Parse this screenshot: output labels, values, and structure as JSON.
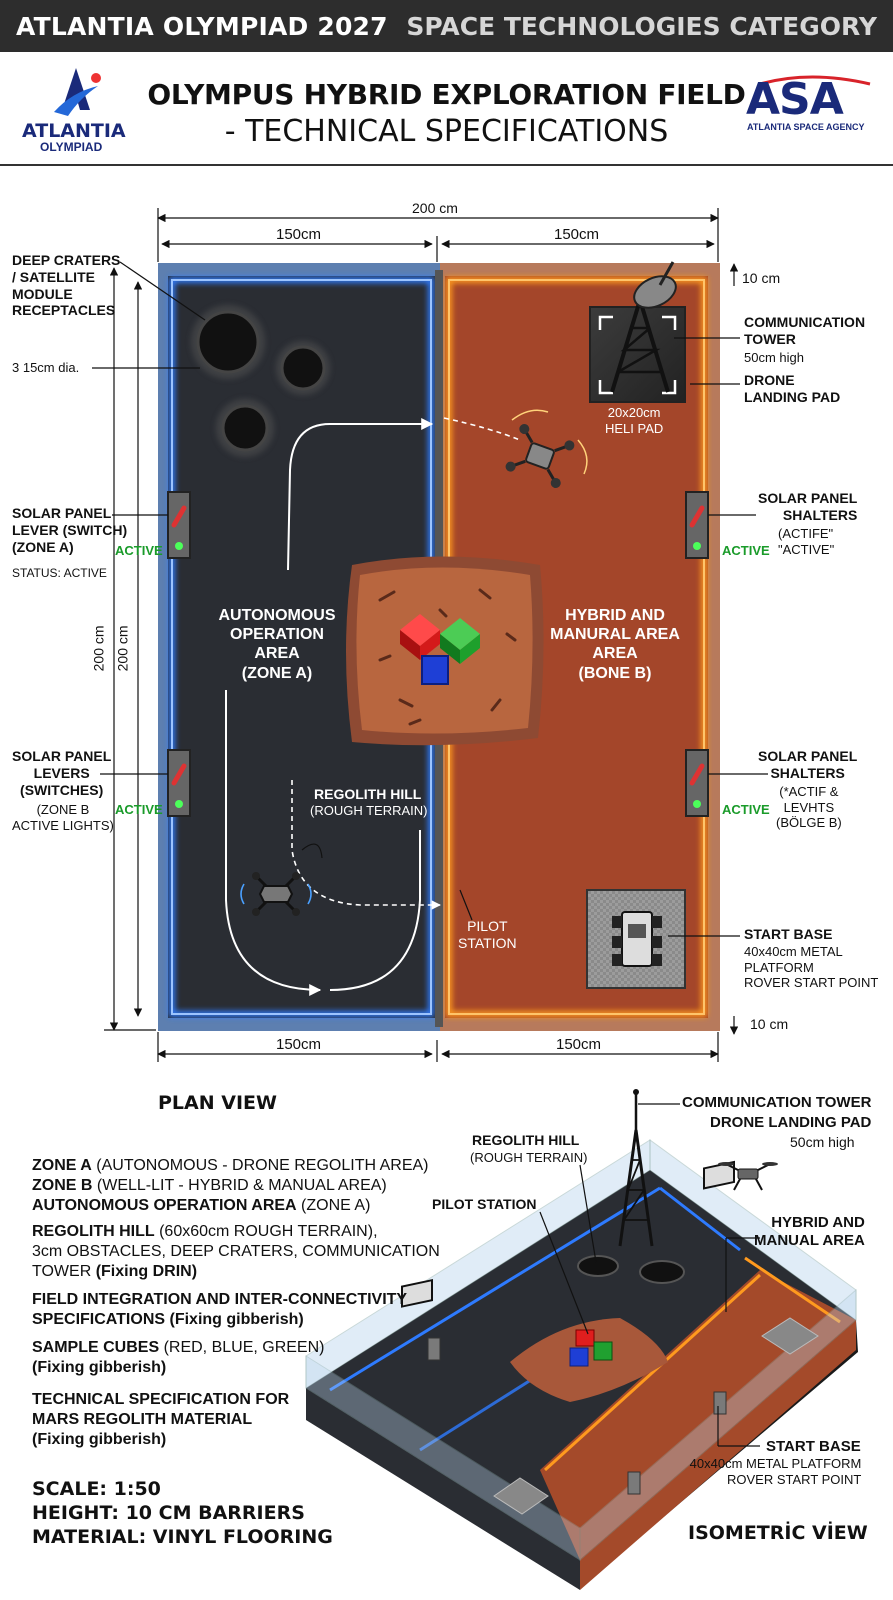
{
  "header": {
    "left_title": "ATLANTIA OLYMPIAD 2027",
    "right_title": "SPACE TECHNOLOGIES CATEGORY",
    "main_title": "OLYMPUS HYBRID EXPLORATION FIELD",
    "subtitle": "- TECHNICAL SPECIFICATIONS",
    "logo_left_name": "ATLANTIA",
    "logo_left_sub": "OLYMPIAD",
    "logo_right_name": "ASA",
    "logo_right_sub": "ATLANTIA SPACE AGENCY"
  },
  "colors": {
    "zone_a": "#2a2d33",
    "zone_a_glow": "#2e7bff",
    "zone_b": "#a4462a",
    "zone_b_glow": "#ff9a1e",
    "frame_a": "#5d7fb0",
    "frame_b": "#b77a5c",
    "cube_red": "#e01e1e",
    "cube_green": "#20a030",
    "cube_blue": "#1e3fd6",
    "active_green": "#1a9b2a"
  },
  "dimensions": {
    "total_width": "200 cm",
    "half_left": "150cm",
    "half_right": "150cm",
    "bottom_left": "150cm",
    "bottom_right": "150cm",
    "height_outer": "200 cm",
    "height_inner": "200 cm",
    "wall_top": "10 cm",
    "wall_bottom": "10 cm"
  },
  "plan": {
    "craters_label": [
      "DEEP CRATERS",
      "/ SATELLITE",
      "MODULE",
      "RECEPTACLES"
    ],
    "craters_dia": "3 15cm dia.",
    "comm_tower": [
      "COMMUNICATION",
      "TOWER"
    ],
    "comm_tower_height": "50cm high",
    "drone_pad": [
      "DRONE",
      "LANDING PAD"
    ],
    "heli_pad": [
      "20x20cm",
      "HELI PAD"
    ],
    "solar_a_label": [
      "SOLAR PANEL",
      "LEVER (SWITCH)",
      "(ZONE A)"
    ],
    "solar_a_status": "STATUS: ACTIVE",
    "active": "ACTIVE",
    "solar_shalters_label": [
      "SOLAR PANEL",
      "SHALTERS"
    ],
    "solar_shalters_sub": [
      "(ACTIFE\"",
      "\"ACTIVE\""
    ],
    "zone_a_title": [
      "AUTONOMOUS",
      "OPERATION",
      "AREA",
      "(ZONE A)"
    ],
    "zone_b_title": [
      "HYBRID AND",
      "MANURAL AREA",
      "AREA",
      "(BONE B)"
    ],
    "solar_levers_label": [
      "SOLAR PANEL",
      "LEVERS",
      "(SWITCHES)"
    ],
    "solar_levers_sub": [
      "(ZONE B",
      "ACTIVE LIGHTS)"
    ],
    "solar_shalters2_label": [
      "SOLAR PANEL",
      "SHALTERS"
    ],
    "solar_shalters2_sub": [
      "(*ACTIF &",
      "LEVHTS",
      "(BÖLGE B)"
    ],
    "regolith": "REGOLITH HILL",
    "regolith_sub": "(ROUGH TERRAIN)",
    "pilot_station": [
      "PILOT",
      "STATION"
    ],
    "start_base": "START BASE",
    "start_base_sub": [
      "40x40cm METAL",
      "PLATFORM",
      "ROVER START POINT"
    ],
    "view_label": "PLAN VIEW"
  },
  "notes": {
    "line1_bold": "ZONE A",
    "line1_rest": " (AUTONOMOUS - DRONE REGOLITH AREA)",
    "line2_bold": "ZONE B",
    "line2_rest": " (WELL-LIT - HYBRID & MANUAL AREA)",
    "line3_bold": "AUTONOMOUS OPERATION AREA",
    "line3_rest": " (ZONE A)",
    "line4_bold": "REGOLITH HILL",
    "line4_rest": " (60x60cm ROUGH TERRAIN),",
    "line5": "3cm OBSTACLES, DEEP CRATERS, COMMUNICATION",
    "line6_rest": "TOWER ",
    "line6_bold": "(Fixing DRIN)",
    "line7_bold": "FIELD INTEGRATION AND INTER-CONNECTIVITY",
    "line8_bold": "SPECIFICATIONS (Fixing gibberish)",
    "line9_bold": "SAMPLE CUBES",
    "line9_rest": " (RED, BLUE, GREEN)",
    "line10_bold": "(Fixing gibberish)",
    "line11_bold": "TECHNICAL SPECIFICATION FOR",
    "line12_bold": "MARS REGOLITH MATERIAL",
    "line13_bold": "(Fixing gibberish)",
    "scale": "SCALE: 1:50",
    "height": "HEIGHT: 10 CM BARRIERS",
    "material": "MATERIAL: VINYL FLOORING"
  },
  "iso": {
    "comm_tower": "COMMUNICATION TOWER",
    "drone_pad": "DRONE LANDING PAD",
    "height": "50cm high",
    "regolith": "REGOLITH HILL",
    "regolith_sub": "(ROUGH TERRAIN)",
    "pilot_station": "PILOT STATION",
    "hybrid": [
      "HYBRID AND",
      "MANUAL AREA"
    ],
    "start_base": "START BASE",
    "start_base_sub": [
      "40x40cm METAL PLATFORM",
      "ROVER START POINT"
    ],
    "view_label": "ISOMETRİC VİEW"
  }
}
